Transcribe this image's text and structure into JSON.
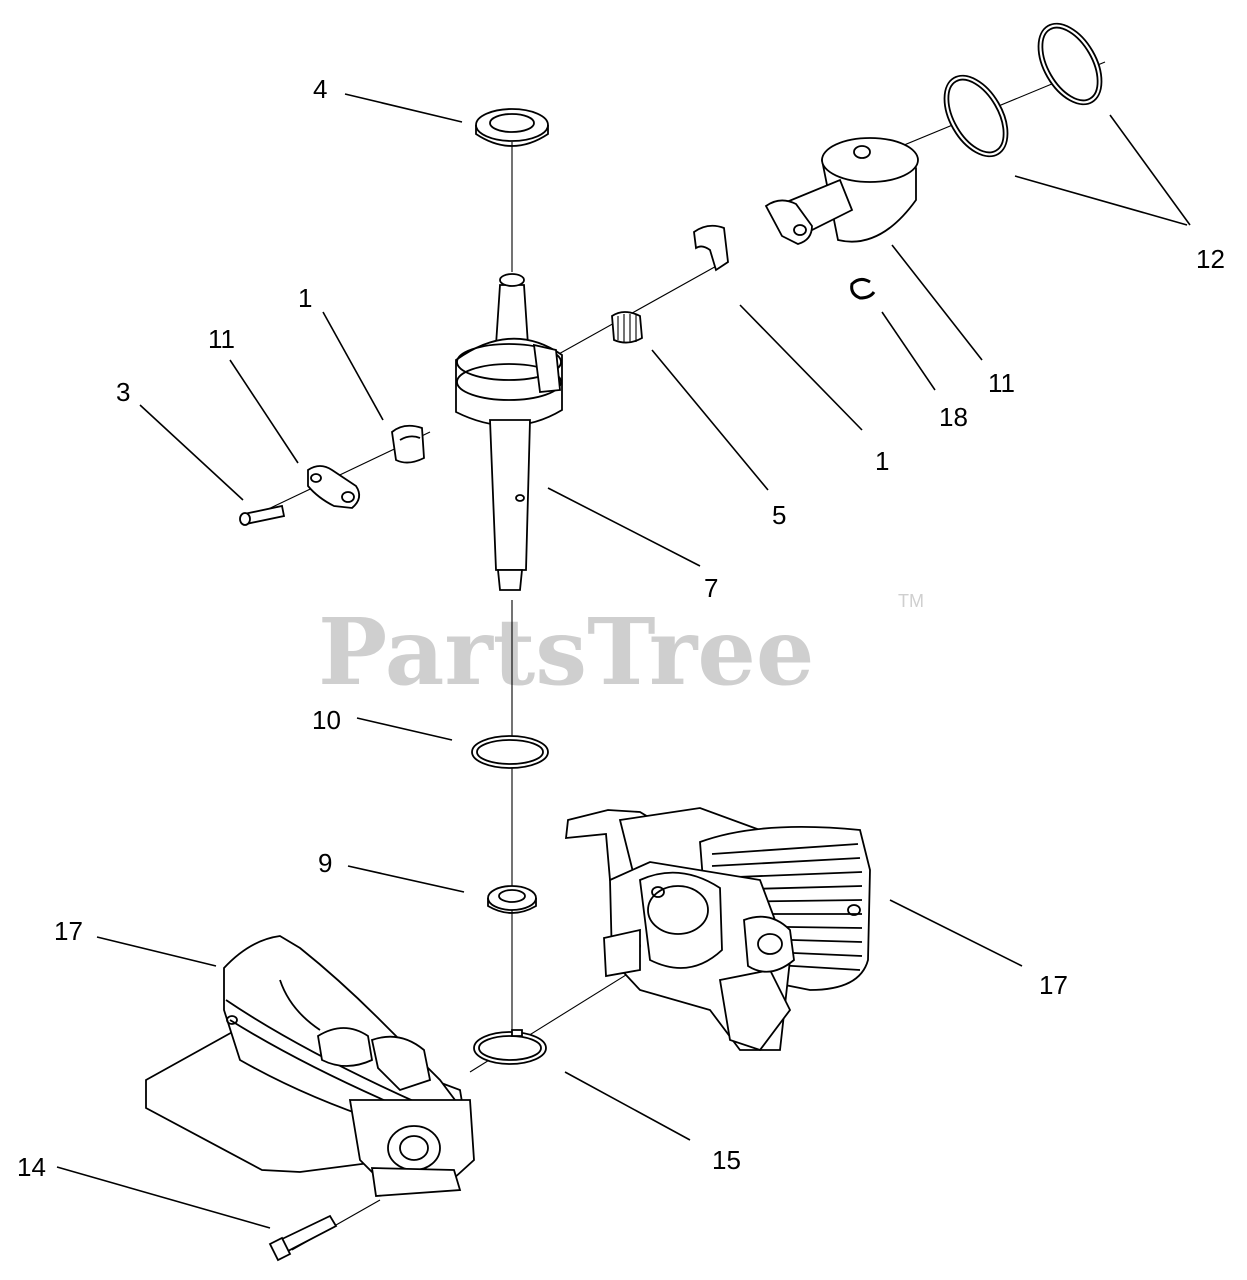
{
  "watermark": {
    "text": "PartsTree",
    "trademark": "TM"
  },
  "callouts": [
    {
      "id": "c4",
      "label": "4"
    },
    {
      "id": "c12",
      "label": "12"
    },
    {
      "id": "c1a",
      "label": "1"
    },
    {
      "id": "c11a",
      "label": "11"
    },
    {
      "id": "c3",
      "label": "3"
    },
    {
      "id": "c11b",
      "label": "11"
    },
    {
      "id": "c18",
      "label": "18"
    },
    {
      "id": "c1b",
      "label": "1"
    },
    {
      "id": "c5",
      "label": "5"
    },
    {
      "id": "c7",
      "label": "7"
    },
    {
      "id": "c10",
      "label": "10"
    },
    {
      "id": "c9",
      "label": "9"
    },
    {
      "id": "c17a",
      "label": "17"
    },
    {
      "id": "c17b",
      "label": "17"
    },
    {
      "id": "c15",
      "label": "15"
    },
    {
      "id": "c14",
      "label": "14"
    }
  ]
}
